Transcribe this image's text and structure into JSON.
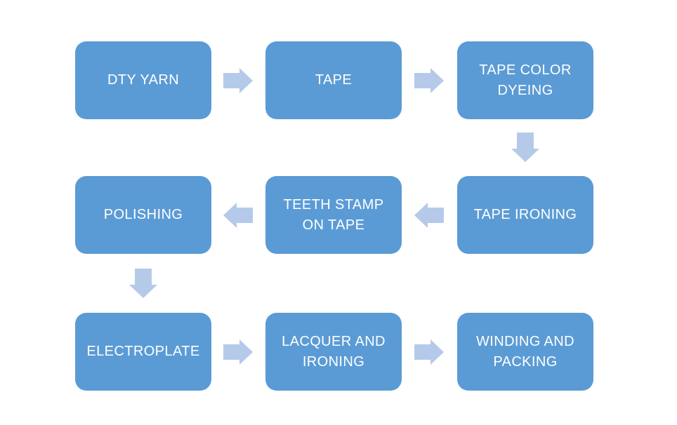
{
  "diagram": {
    "type": "flowchart",
    "description": "Manufacturing process flow in three rows, serpentine direction",
    "colors": {
      "node_fill": "#5B9BD5",
      "arrow_fill": "#B5CAE9",
      "node_text": "#FFFFFF",
      "background": "#FFFFFF"
    },
    "nodes": [
      {
        "label": "DTY YARN"
      },
      {
        "label": "TAPE"
      },
      {
        "label": "TAPE COLOR DYEING"
      },
      {
        "label": "TAPE IRONING"
      },
      {
        "label": "TEETH STAMP ON TAPE"
      },
      {
        "label": "POLISHING"
      },
      {
        "label": "ELECTROPLATE"
      },
      {
        "label": "LACQUER AND IRONING"
      },
      {
        "label": "WINDING AND PACKING"
      }
    ],
    "edges": [
      {
        "from": "DTY YARN",
        "to": "TAPE",
        "direction": "right"
      },
      {
        "from": "TAPE",
        "to": "TAPE COLOR DYEING",
        "direction": "right"
      },
      {
        "from": "TAPE COLOR DYEING",
        "to": "TAPE IRONING",
        "direction": "down"
      },
      {
        "from": "TAPE IRONING",
        "to": "TEETH STAMP ON TAPE",
        "direction": "left"
      },
      {
        "from": "TEETH STAMP ON TAPE",
        "to": "POLISHING",
        "direction": "left"
      },
      {
        "from": "POLISHING",
        "to": "ELECTROPLATE",
        "direction": "down"
      },
      {
        "from": "ELECTROPLATE",
        "to": "LACQUER AND IRONING",
        "direction": "right"
      },
      {
        "from": "LACQUER AND IRONING",
        "to": "WINDING AND PACKING",
        "direction": "right"
      }
    ]
  }
}
